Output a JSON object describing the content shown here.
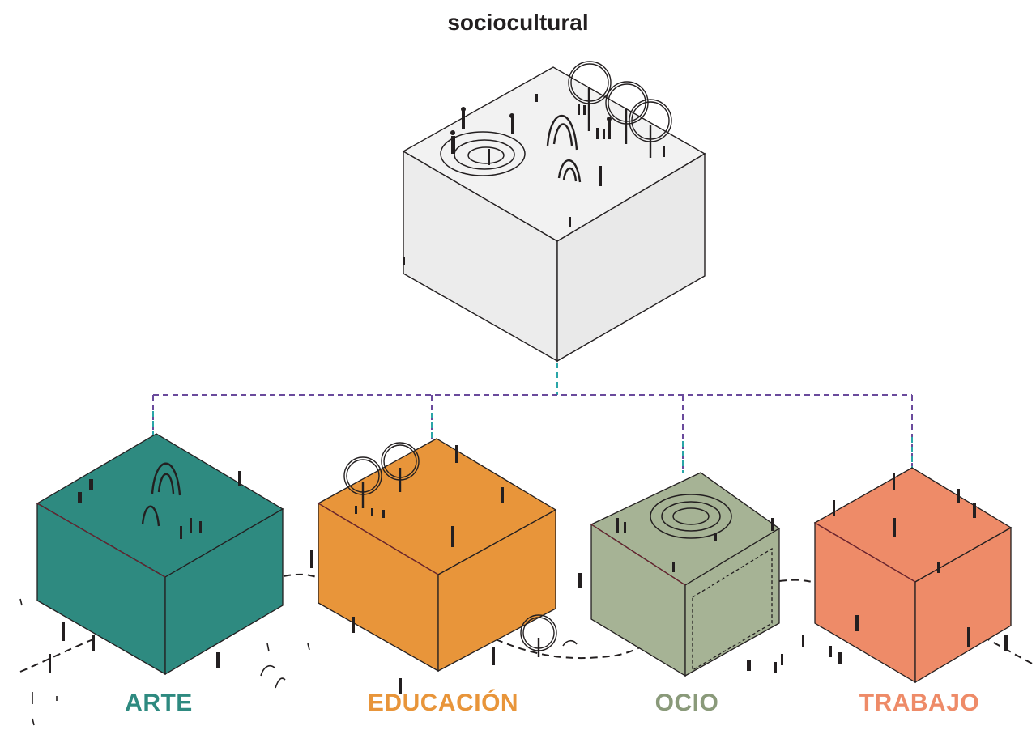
{
  "title": "sociocultural",
  "categories": [
    {
      "id": "arte",
      "label": "ARTE",
      "color": "#2e8a80"
    },
    {
      "id": "educacion",
      "label": "EDUCACIÓN",
      "color": "#e8953a"
    },
    {
      "id": "ocio",
      "label": "OCIO",
      "color": "#a6b395"
    },
    {
      "id": "trabajo",
      "label": "TRABAJO",
      "color": "#ee8b68"
    }
  ],
  "colors": {
    "main_top": "#f2f2f2",
    "main_left": "#ececec",
    "main_right": "#e9e9e9",
    "connector": "#6a4a9c",
    "connector_tip": "#2aa6a8",
    "stroke": "#231f20"
  }
}
